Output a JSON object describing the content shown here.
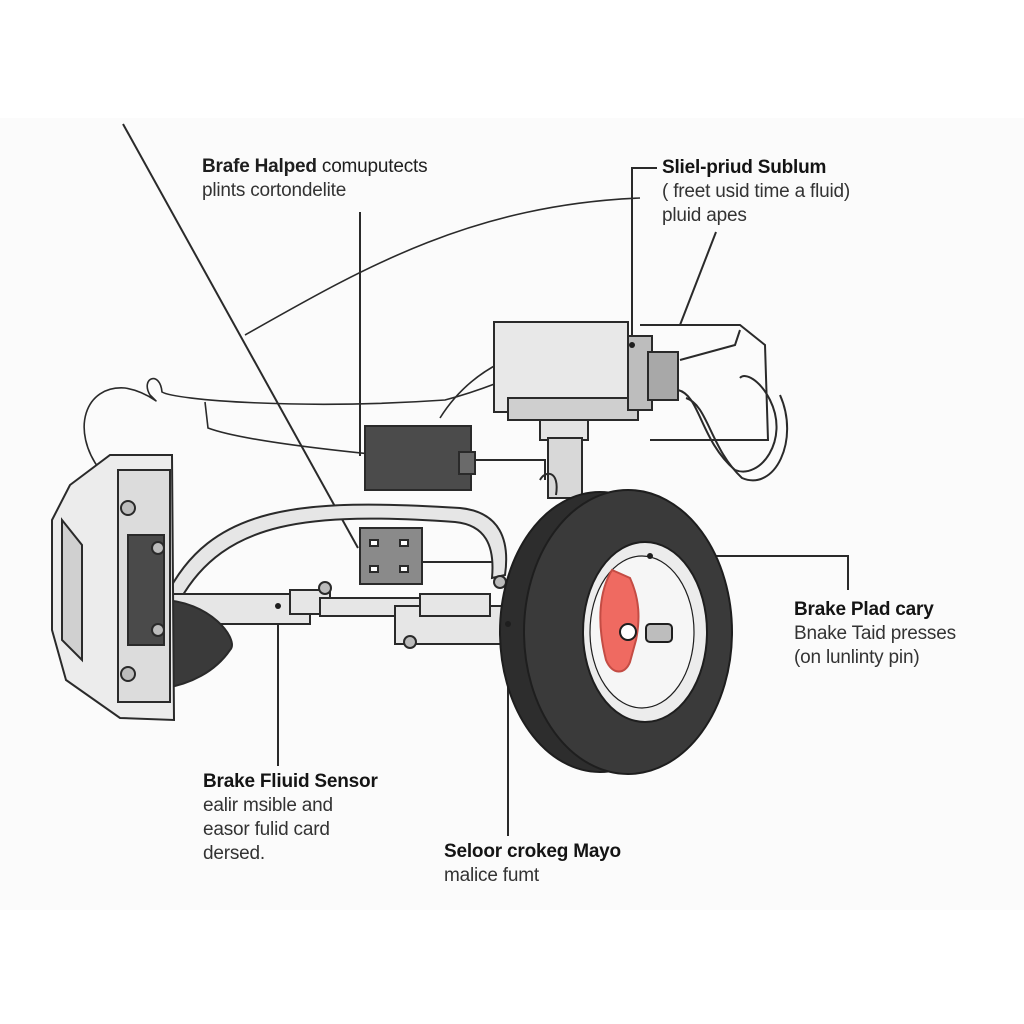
{
  "colors": {
    "background": "#ffffff",
    "panel": "#fbfbfb",
    "line": "#2a2a2a",
    "rotor_accent": "#ef6a61",
    "tire": "#2d2d2d"
  },
  "callouts": {
    "top_left": {
      "title": "Brafe Halped",
      "title_rest": " comuputects",
      "line2": "plints cortondelite"
    },
    "top_right": {
      "title": "Sliel-priud Sublum",
      "line2": "( freet usid time a fluid)",
      "line3": "pluid apes"
    },
    "right": {
      "title": "Brake Plad cary",
      "line2": "Bnake Taid presses",
      "line3": "(on lunlinty pin)"
    },
    "bottom_left": {
      "title": "Brake Fliuid Sensor",
      "line2": "ealir msible and",
      "line3": "easor fulid card",
      "line4": "dersed."
    },
    "bottom": {
      "title": "Seloor crokeg Mayo",
      "line2": "malice fumt"
    }
  }
}
